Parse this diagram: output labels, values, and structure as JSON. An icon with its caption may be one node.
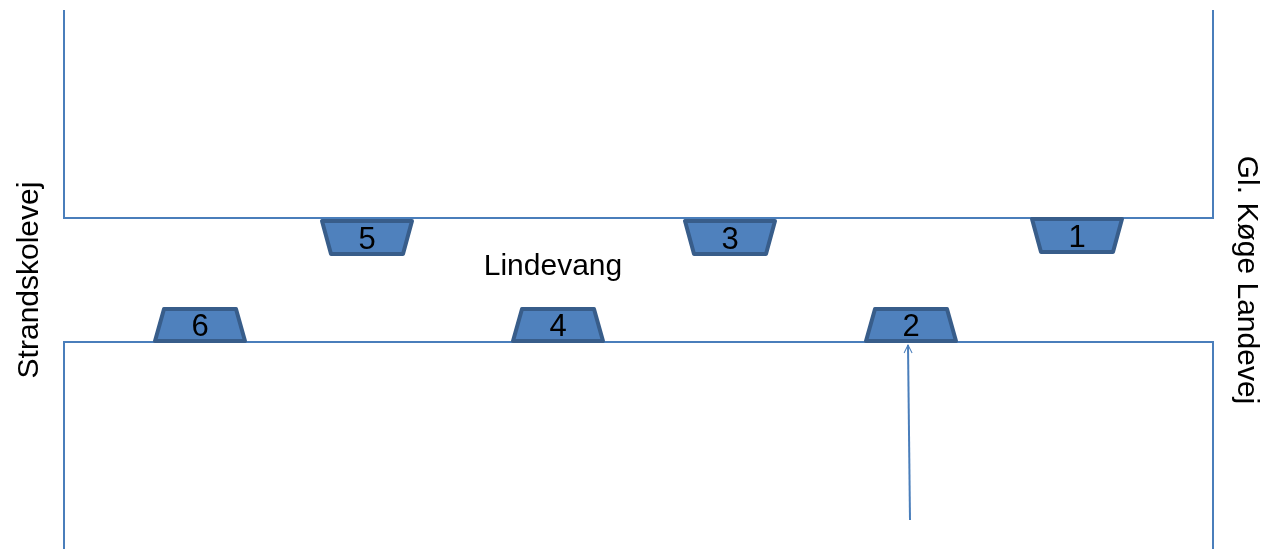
{
  "diagram": {
    "nodes": [
      {
        "text": [
          "5"
        ]
      },
      {
        "text": [
          "3"
        ]
      },
      {
        "text": [
          "1"
        ]
      },
      {
        "text": [
          "6"
        ]
      },
      {
        "text": [
          "4"
        ]
      },
      {
        "text": [
          "2"
        ]
      }
    ],
    "edges": [
      {
        "from": null,
        "to": 5,
        "arrow": "to"
      }
    ],
    "labels": [
      "Strandskolevej",
      "Lindevang",
      "Gl. Køge Landevej"
    ]
  }
}
